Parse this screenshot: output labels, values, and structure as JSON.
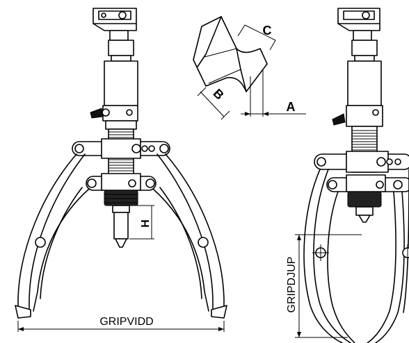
{
  "labels": {
    "a": "A",
    "b": "B",
    "c": "C",
    "h": "H",
    "gripvidd": "GRIPVIDD",
    "gripdjup": "GRIPDJUP"
  }
}
